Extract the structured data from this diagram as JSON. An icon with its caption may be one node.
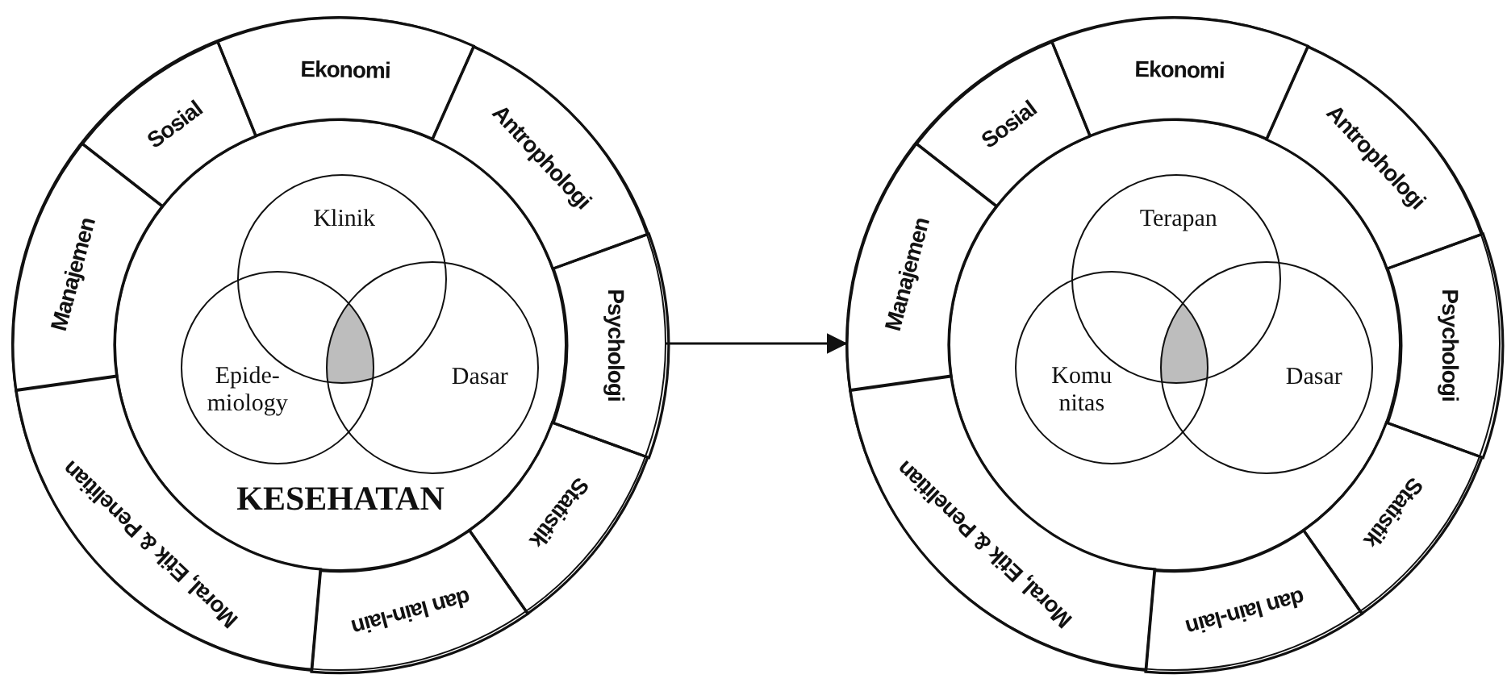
{
  "diagram": {
    "nodes": [
      {
        "text": [],
        "shape": "circle"
      },
      {
        "text": [
          "Sosial"
        ],
        "in": 0
      },
      {
        "text": [
          "Ekonomi"
        ],
        "in": 0
      },
      {
        "text": [
          "Antrophologi"
        ],
        "in": 0
      },
      {
        "text": [
          "Psychologi"
        ],
        "in": 0
      },
      {
        "text": [
          "Statistik"
        ],
        "in": 0
      },
      {
        "text": [
          "dan lain-lain"
        ],
        "in": 0
      },
      {
        "text": [
          "Moral, Etik & Penelitian"
        ],
        "in": 0
      },
      {
        "text": [
          "Manajemen"
        ],
        "in": 0
      },
      {
        "text": [
          "KESEHATAN"
        ],
        "in": 0
      },
      {
        "text": [
          "Klinik"
        ],
        "in": 9
      },
      {
        "text": [
          "Epide- miology"
        ],
        "in": 9
      },
      {
        "text": [
          "Dasar"
        ],
        "in": 9
      },
      {
        "text": [],
        "shape": "circle"
      },
      {
        "text": [
          "Sosial"
        ],
        "in": 13
      },
      {
        "text": [
          "Ekonomi"
        ],
        "in": 13
      },
      {
        "text": [
          "Antrophologi"
        ],
        "in": 13
      },
      {
        "text": [
          "Psychologi"
        ],
        "in": 13
      },
      {
        "text": [
          "Statistik"
        ],
        "in": 13
      },
      {
        "text": [
          "dan lain-lain"
        ],
        "in": 13
      },
      {
        "text": [
          "Moral, Etik & Penelitian"
        ],
        "in": 13
      },
      {
        "text": [
          "Manajemen"
        ],
        "in": 13
      },
      {
        "text": [],
        "shape": "circle",
        "in": 13
      },
      {
        "text": [
          "Terapan"
        ],
        "in": 22
      },
      {
        "text": [
          "Komu nitas"
        ],
        "in": 22
      },
      {
        "text": [
          "Dasar"
        ],
        "in": 22
      }
    ],
    "edges": [
      {
        "from": 0,
        "to": 13,
        "arrow": "to"
      }
    ]
  }
}
